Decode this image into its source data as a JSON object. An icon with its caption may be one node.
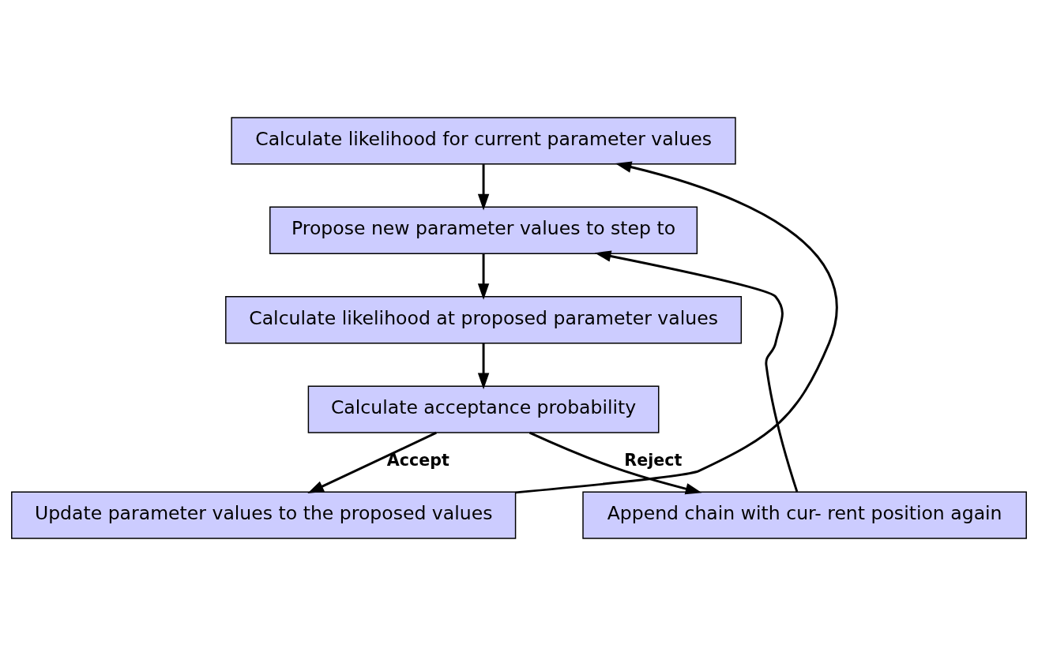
{
  "diagram": {
    "nodes": [
      {
        "text": [
          "Calculate likelihood for current parameter values"
        ]
      },
      {
        "text": [
          "Propose new parameter values to step to"
        ]
      },
      {
        "text": [
          "Calculate likelihood at proposed parameter values"
        ]
      },
      {
        "text": [
          "Calculate acceptance probability"
        ]
      },
      {
        "text": [
          "Update parameter values to the proposed values"
        ]
      },
      {
        "text": [
          "Append chain with cur- rent position again"
        ]
      }
    ],
    "edges": [
      {
        "from": 0,
        "to": 1,
        "arrow": "to"
      },
      {
        "from": 1,
        "to": 2,
        "arrow": "to"
      },
      {
        "from": 2,
        "to": 3,
        "arrow": "to"
      },
      {
        "from": 3,
        "to": 4,
        "arrow": "to",
        "label": "Accept"
      },
      {
        "from": 3,
        "to": 5,
        "arrow": "to",
        "label": "Reject"
      },
      {
        "from": 4,
        "to": 0,
        "arrow": "to"
      },
      {
        "from": 5,
        "to": 1,
        "arrow": "to"
      }
    ]
  }
}
